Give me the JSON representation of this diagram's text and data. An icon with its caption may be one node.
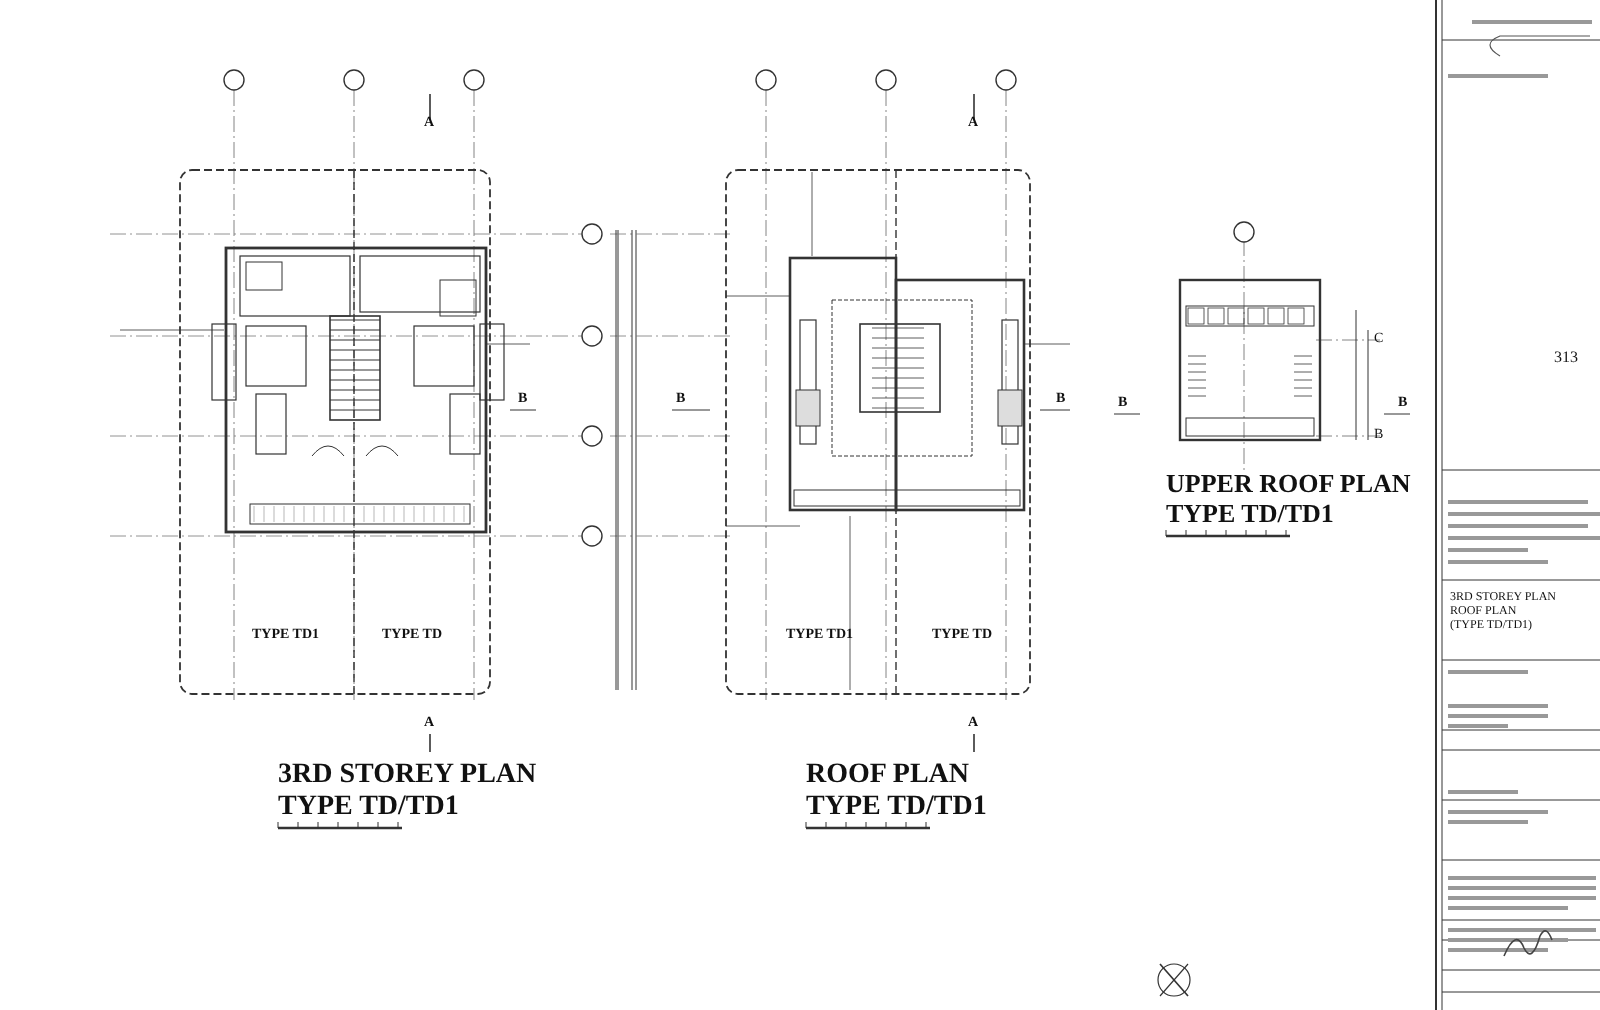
{
  "diagram": {
    "labels": [
      "3RD STOREY PLAN",
      "TYPE TD/TD1",
      "ROOF PLAN",
      "TYPE TD/TD1",
      "UPPER ROOF PLAN",
      "TYPE TD/TD1",
      "TYPE TD1",
      "TYPE TD",
      "TYPE TD1",
      "TYPE TD",
      "A",
      "A",
      "A",
      "A",
      "B",
      "B",
      "B",
      "B",
      "B",
      "C",
      "B",
      "313",
      "3RD STOREY PLAN",
      "ROOF PLAN",
      "(TYPE TD/TD1)"
    ]
  }
}
